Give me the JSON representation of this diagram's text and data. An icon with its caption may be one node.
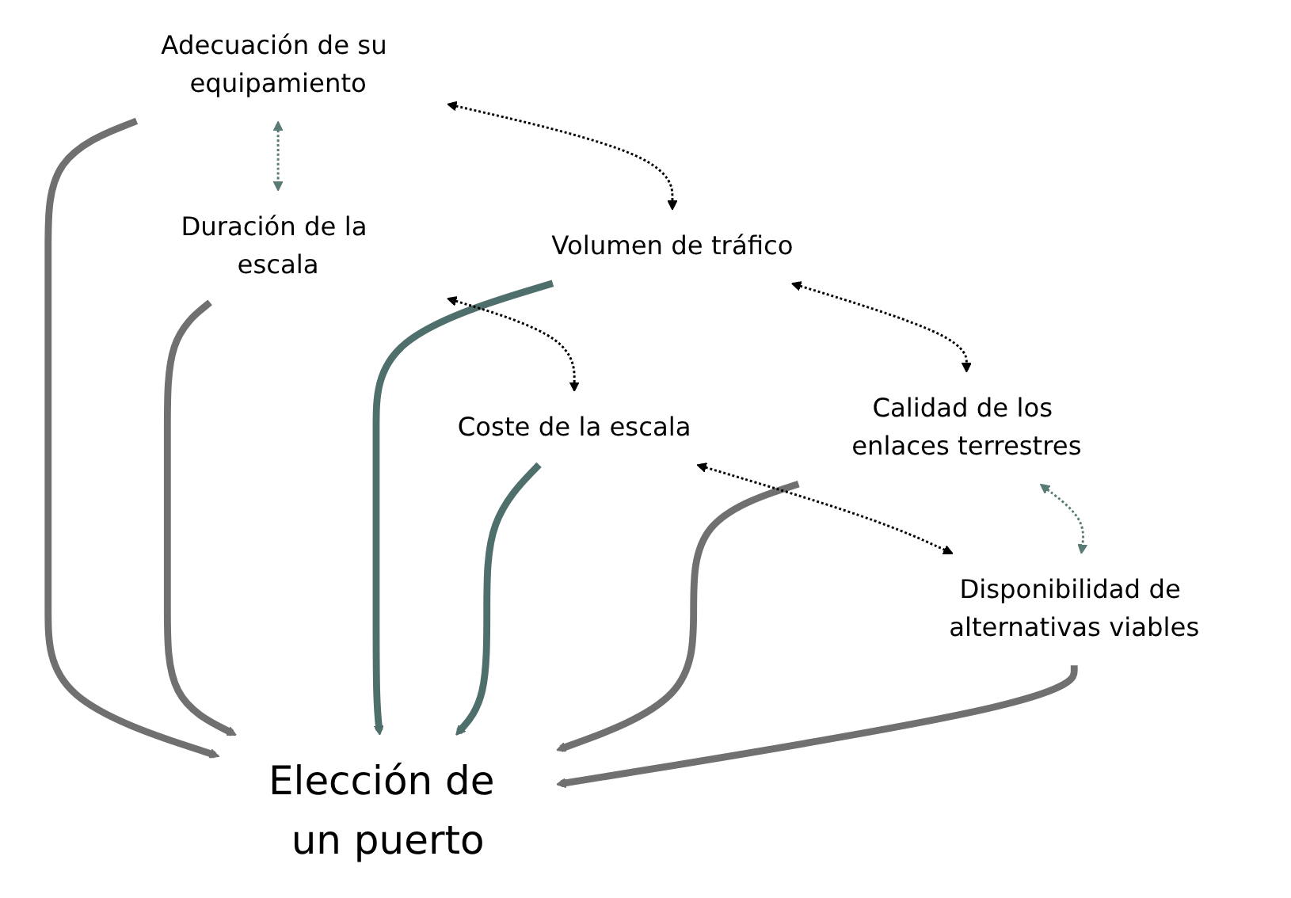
{
  "diagram": {
    "nodes": [
      {
        "text": [
          "Elección de un puerto"
        ]
      },
      {
        "text": [
          "Adecuación de su equipamiento"
        ]
      },
      {
        "text": [
          "Duración de la escala"
        ]
      },
      {
        "text": [
          "Volumen de tráfico"
        ]
      },
      {
        "text": [
          "Coste de la escala"
        ]
      },
      {
        "text": [
          "Calidad de los enlaces terrestres"
        ]
      },
      {
        "text": [
          "Disponibilidad de alternativas viables"
        ]
      }
    ],
    "edges": [
      {
        "from": 1,
        "to": 0,
        "arrow": "to",
        "style": "thick",
        "color": "#707070"
      },
      {
        "from": 2,
        "to": 0,
        "arrow": "to",
        "style": "thick",
        "color": "#707070"
      },
      {
        "from": 3,
        "to": 0,
        "arrow": "to",
        "style": "thick",
        "color": "#4f6f6c"
      },
      {
        "from": 4,
        "to": 0,
        "arrow": "to",
        "style": "thick",
        "color": "#4f6f6c"
      },
      {
        "from": 5,
        "to": 0,
        "arrow": "to",
        "style": "thick",
        "color": "#707070"
      },
      {
        "from": 6,
        "to": 0,
        "arrow": "to",
        "style": "thick",
        "color": "#707070"
      },
      {
        "from": 1,
        "to": 2,
        "arrow": "both",
        "style": "dashed",
        "color": "#5a7a76"
      },
      {
        "from": 1,
        "to": 3,
        "arrow": "both",
        "style": "dashed",
        "color": "#000000"
      },
      {
        "from": 2,
        "to": 4,
        "arrow": "both",
        "style": "dashed",
        "color": "#000000"
      },
      {
        "from": 3,
        "to": 5,
        "arrow": "both",
        "style": "dashed",
        "color": "#000000"
      },
      {
        "from": 4,
        "to": 6,
        "arrow": "both",
        "style": "dashed",
        "color": "#000000"
      },
      {
        "from": 5,
        "to": 6,
        "arrow": "both",
        "style": "dashed",
        "color": "#5a7a76"
      }
    ]
  }
}
